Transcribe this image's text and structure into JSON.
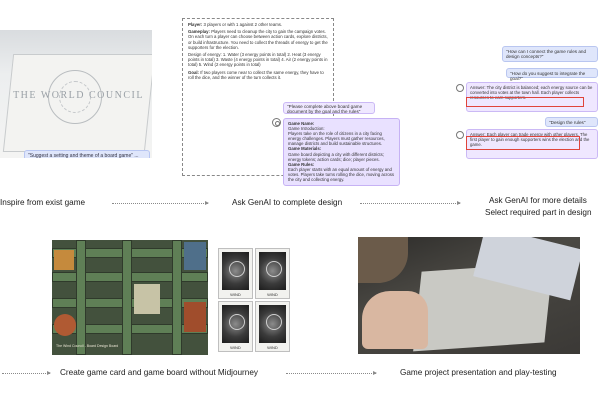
{
  "step1": {
    "logo_text": "THE WORLD COUNCIL",
    "bubble": "\"Suggest a setting and theme of a board game\" ...",
    "caption": "Inspire from exist game"
  },
  "step2": {
    "doc_paragraphs": [
      {
        "label": "Player:",
        "text": "3 players or with 1 against 2 other teams."
      },
      {
        "label": "Gameplay:",
        "text": "Players need to cleanup the city to gain the campaign votes. On each turn a player can choose between action cards, explore districts, or build infrastructure. You need to collect the threads of energy to get the supporters for the election."
      },
      {
        "label": "",
        "text": "Design of energy: 1. Water (3 energy points in total) 2. Heat (3 energy points in total) 3. Waste (4 energy points in total) 4. Air (2 energy points in total) 5. Wind (2 energy points in total)"
      },
      {
        "label": "Goal:",
        "text": "If two players come near to collect the same energy, they have to roll the dice, and the winner of the turn collects it."
      }
    ],
    "chat_prompt": "\"Please complete above board game document by the goal and the rules\"",
    "response_lines": [
      {
        "h": true,
        "t": "Game Name:"
      },
      {
        "h": false,
        "t": "Game Introduction:"
      },
      {
        "h": false,
        "t": "Players take on the role of citizens in a city facing energy challenges. Players must gather resources, manage districts and build sustainable structures."
      },
      {
        "h": true,
        "t": "Game Materials:"
      },
      {
        "h": false,
        "t": "Game board depicting a city with different districts; energy tokens; action cards; dice; player pieces."
      },
      {
        "h": true,
        "t": "Game Rules:"
      },
      {
        "h": false,
        "t": "Each player starts with an equal amount of energy and votes. Players take turns rolling the dice, moving across the city and collecting energy."
      }
    ],
    "caption": "Ask GenAI to complete design"
  },
  "step3": {
    "prompt1": "\"How can I connect the game rules and design concepts?\"",
    "prompt2": "\"How do you suggest to integrate the goal?\"",
    "response1": "Answer: The city district is balanced; each energy source can be converted into votes at the town hall. Each player collects resources to earn supporters.",
    "prompt3": "\"Design the rules\"",
    "response2": "Answer: Each player can trade energy with other players. The first player to gain enough supporters wins the election and the game.",
    "caption_line1": "Ask GenAI for more details",
    "caption_line2": "Select required part in design"
  },
  "step4": {
    "credit": "The Wind Council - Board Design Board",
    "card_label": "WIND",
    "caption": "Create game card and game board without Midjourney"
  },
  "step5": {
    "caption": "Game project presentation and play-testing"
  }
}
